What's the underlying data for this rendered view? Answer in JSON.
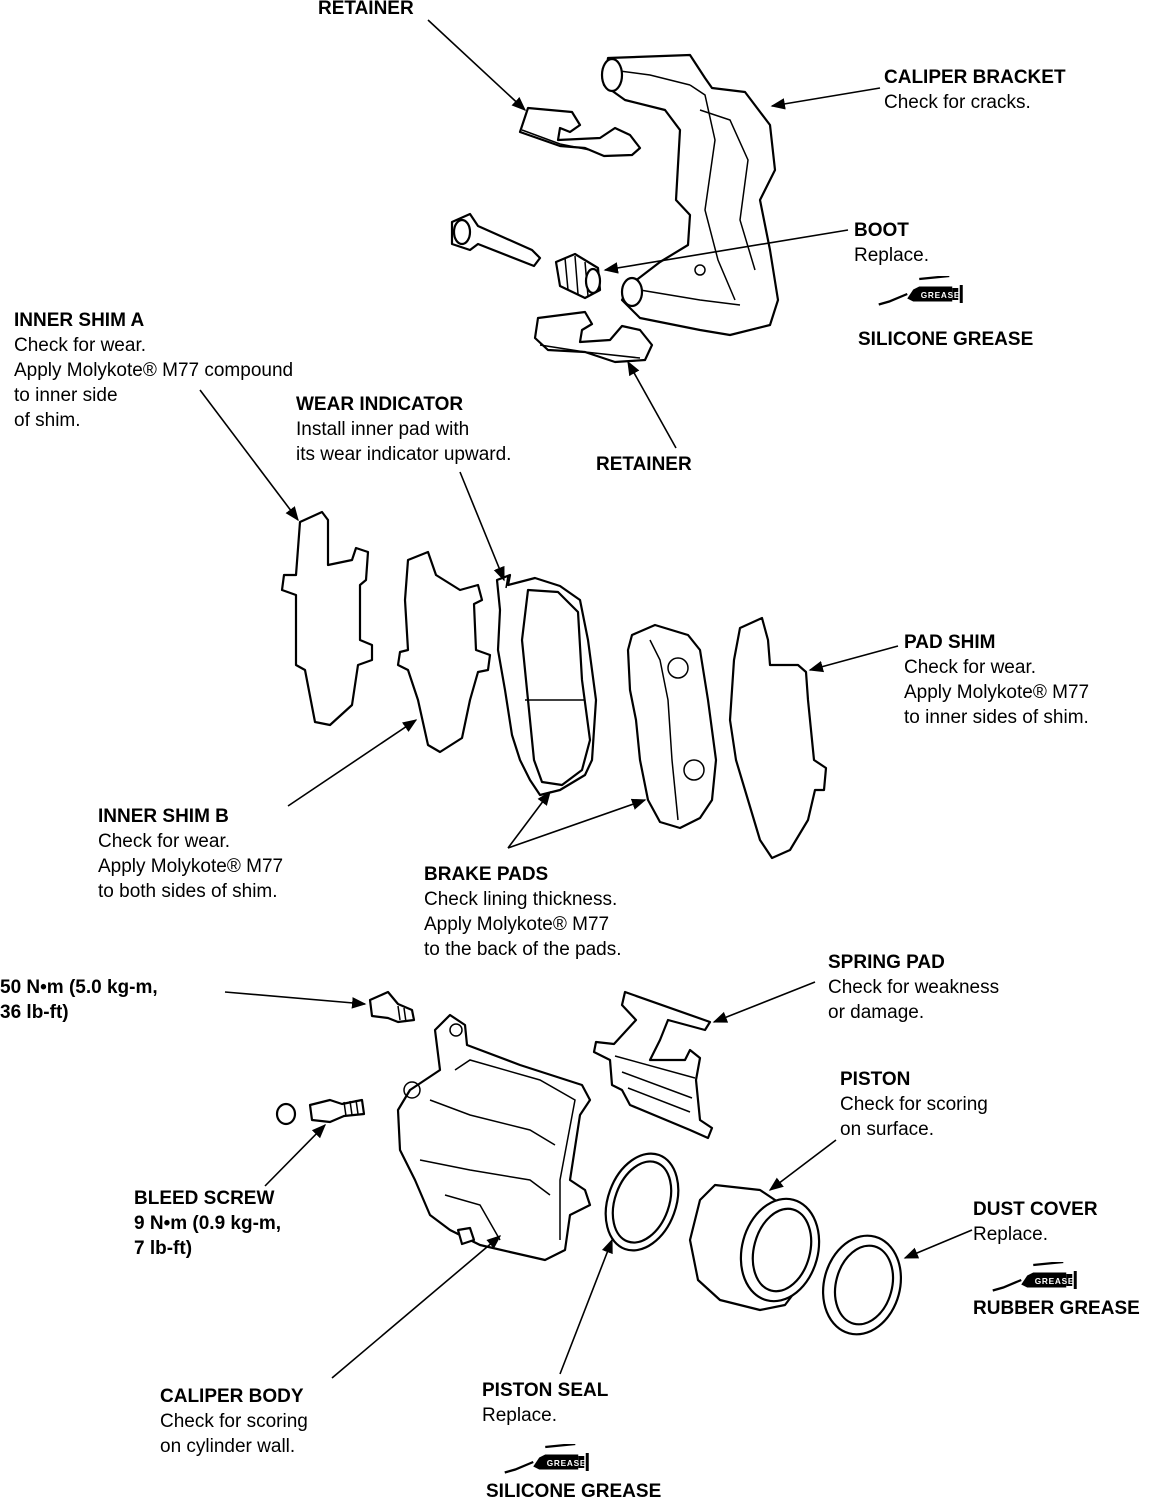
{
  "labels": {
    "retainer_top": {
      "title": "RETAINER"
    },
    "caliper_bracket": {
      "title": "CALIPER BRACKET",
      "lines": [
        "Check for cracks."
      ]
    },
    "boot": {
      "title": "BOOT",
      "lines": [
        "Replace."
      ]
    },
    "boot_grease": {
      "title": "SILICONE GREASE"
    },
    "inner_shim_a": {
      "title": "INNER SHIM A",
      "lines": [
        "Check for wear.",
        "Apply Molykote®  M77 compound",
        "to inner side",
        "of shim."
      ]
    },
    "wear_indicator": {
      "title": "WEAR INDICATOR",
      "lines": [
        "Install inner pad with",
        "its wear indicator upward."
      ]
    },
    "retainer_bottom": {
      "title": "RETAINER"
    },
    "pad_shim": {
      "title": "PAD SHIM",
      "lines": [
        "Check for wear.",
        "Apply Molykote®  M77",
        "to inner sides of shim."
      ]
    },
    "inner_shim_b": {
      "title": "INNER SHIM B",
      "lines": [
        "Check for wear.",
        "Apply Molykote®  M77",
        "to both sides of shim."
      ]
    },
    "brake_pads": {
      "title": "BRAKE PADS",
      "lines": [
        "Check lining thickness.",
        "Apply Molykote®  M77",
        "to the back of the pads."
      ]
    },
    "torque_bolt": {
      "title": "50 N•m (5.0 kg-m,",
      "lines": [
        "36 lb-ft)"
      ]
    },
    "spring_pad": {
      "title": "SPRING PAD",
      "lines": [
        "Check for weakness",
        "or damage."
      ]
    },
    "piston": {
      "title": "PISTON",
      "lines": [
        "Check for scoring",
        "on surface."
      ]
    },
    "bleed_screw": {
      "title": "BLEED SCREW",
      "lines": [
        "9 N•m (0.9 kg-m,",
        "7 lb-ft)"
      ]
    },
    "dust_cover": {
      "title": "DUST COVER",
      "lines": [
        "Replace."
      ]
    },
    "dust_cover_grease": {
      "title": "RUBBER GREASE"
    },
    "caliper_body": {
      "title": "CALIPER BODY",
      "lines": [
        "Check for scoring",
        "on cylinder wall."
      ]
    },
    "piston_seal": {
      "title": "PISTON SEAL",
      "lines": [
        "Replace."
      ]
    },
    "piston_seal_grease": {
      "title": "SILICONE GREASE"
    }
  },
  "grease_tag": "GREASE",
  "icons": [
    "grease-tube-icon"
  ]
}
